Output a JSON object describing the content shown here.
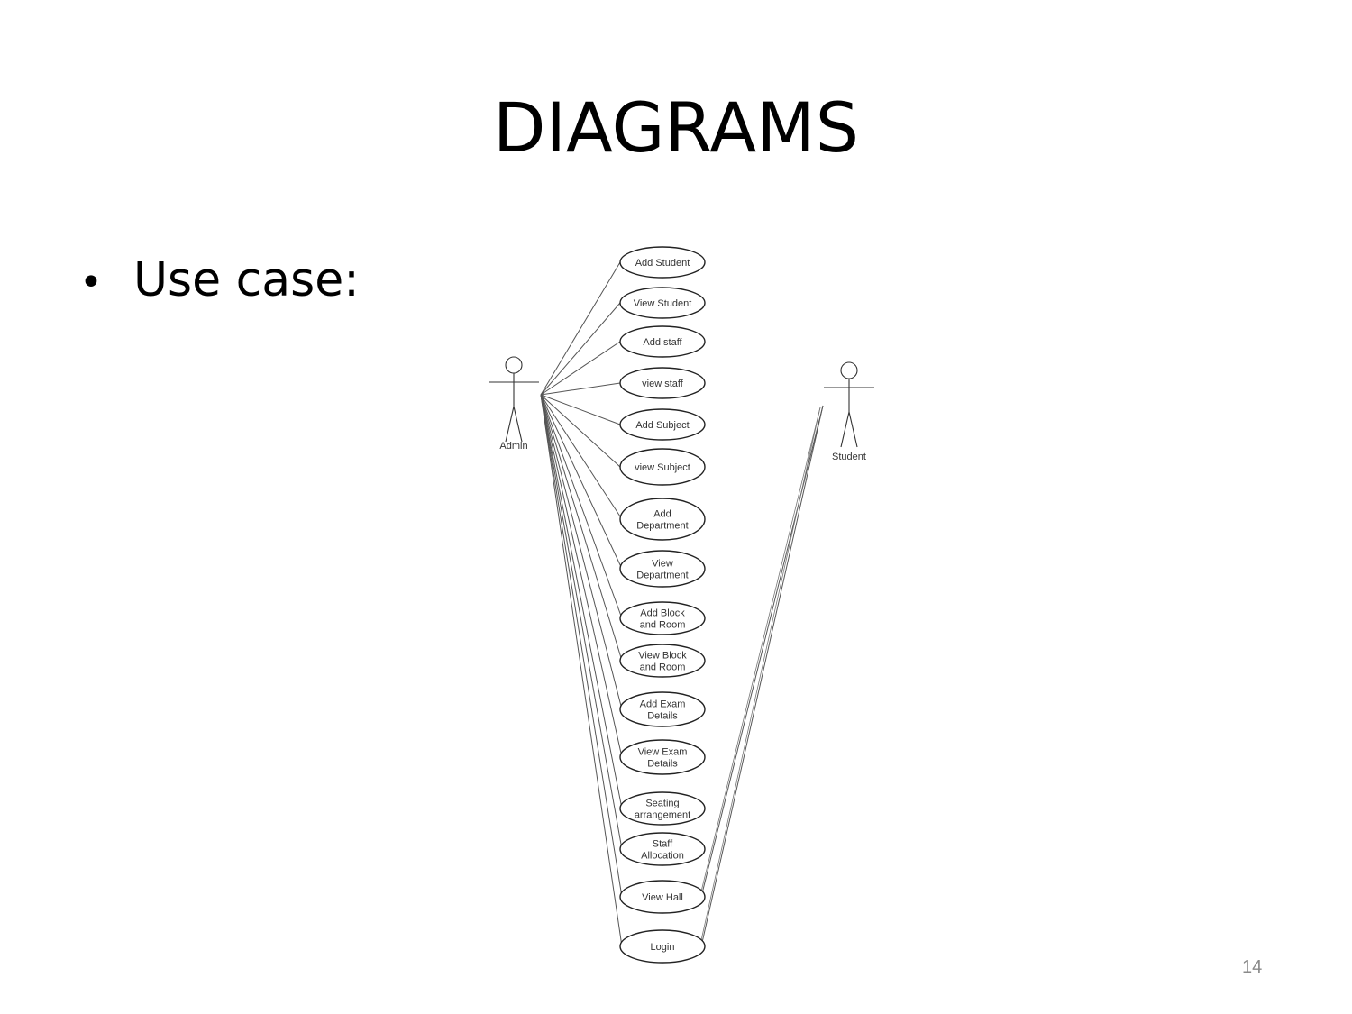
{
  "slide": {
    "title": "DIAGRAMS",
    "bullet_text": "Use case:",
    "page_number": "14"
  },
  "diagram": {
    "actors": {
      "admin": "Admin",
      "student": "Student"
    },
    "use_cases": [
      {
        "id": "add-student",
        "lines": [
          "Add Student"
        ]
      },
      {
        "id": "view-student",
        "lines": [
          "View Student"
        ]
      },
      {
        "id": "add-staff",
        "lines": [
          "Add staff"
        ]
      },
      {
        "id": "view-staff",
        "lines": [
          "view staff"
        ]
      },
      {
        "id": "add-subject",
        "lines": [
          "Add Subject"
        ]
      },
      {
        "id": "view-subject",
        "lines": [
          "view Subject"
        ]
      },
      {
        "id": "add-department",
        "lines": [
          "Add",
          "Department"
        ]
      },
      {
        "id": "view-department",
        "lines": [
          "View",
          "Department"
        ]
      },
      {
        "id": "add-block-room",
        "lines": [
          "Add Block",
          "and Room"
        ]
      },
      {
        "id": "view-block-room",
        "lines": [
          "View Block",
          "and Room"
        ]
      },
      {
        "id": "add-exam-details",
        "lines": [
          "Add Exam",
          "Details"
        ]
      },
      {
        "id": "view-exam-details",
        "lines": [
          "View Exam",
          "Details"
        ]
      },
      {
        "id": "seating-arrangement",
        "lines": [
          "Seating",
          "arrangement"
        ]
      },
      {
        "id": "staff-allocation",
        "lines": [
          "Staff",
          "Allocation"
        ]
      },
      {
        "id": "view-hall",
        "lines": [
          "View Hall"
        ]
      },
      {
        "id": "login",
        "lines": [
          "Login"
        ]
      }
    ],
    "student_connects_to": [
      "view-hall",
      "login"
    ]
  }
}
